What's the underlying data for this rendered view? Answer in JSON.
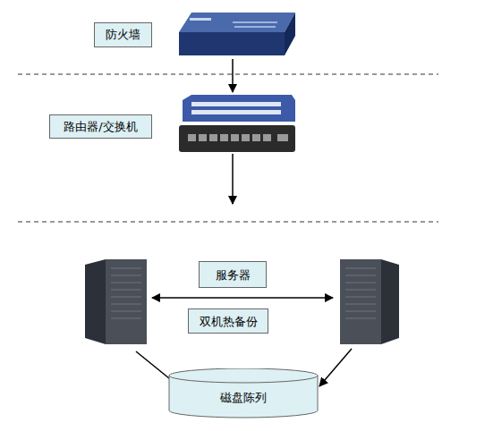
{
  "diagram": {
    "nodes": [
      {
        "text": [
          "防火墙"
        ]
      },
      {
        "text": [
          "路由器/交换机"
        ]
      },
      {
        "text": [
          "服务器"
        ]
      },
      {
        "text": [
          "双机热备份"
        ]
      },
      {
        "text": [
          "磁盘陈列"
        ]
      }
    ],
    "edges": [
      {
        "from": 0,
        "to": 1,
        "arrow": "to"
      }
    ]
  }
}
